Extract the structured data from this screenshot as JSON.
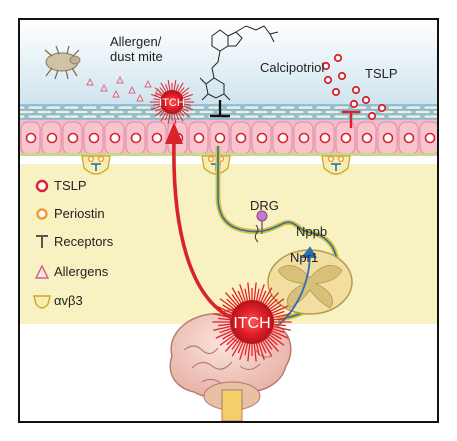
{
  "labels": {
    "allergen_line1": "Allergen/",
    "allergen_line2": "dust mite",
    "calcipotriol": "Calcipotriol",
    "tslp_top": "TSLP",
    "itch_small": "ITCH",
    "drg": "DRG",
    "nppb": "Nppb",
    "npr1": "Npr1",
    "itch_big": "ITCH"
  },
  "legend": [
    {
      "label": "TSLP",
      "icon": "tslp-dot-icon"
    },
    {
      "label": "Periostin",
      "icon": "periostin-dot-icon"
    },
    {
      "label": "Receptors",
      "icon": "receptor-icon"
    },
    {
      "label": "Allergens",
      "icon": "allergen-triangle-icon"
    },
    {
      "label": "αvβ3",
      "icon": "integrin-cup-icon"
    }
  ],
  "colors": {
    "itch_red": "#e4202a",
    "skin_pink": "#f5b8c6",
    "dermis_yellow": "#f8f2c2",
    "sky_blue": "#cfe4ee",
    "nerve_blue": "#2a6fb6",
    "periostin_orange": "#f29a2e"
  }
}
